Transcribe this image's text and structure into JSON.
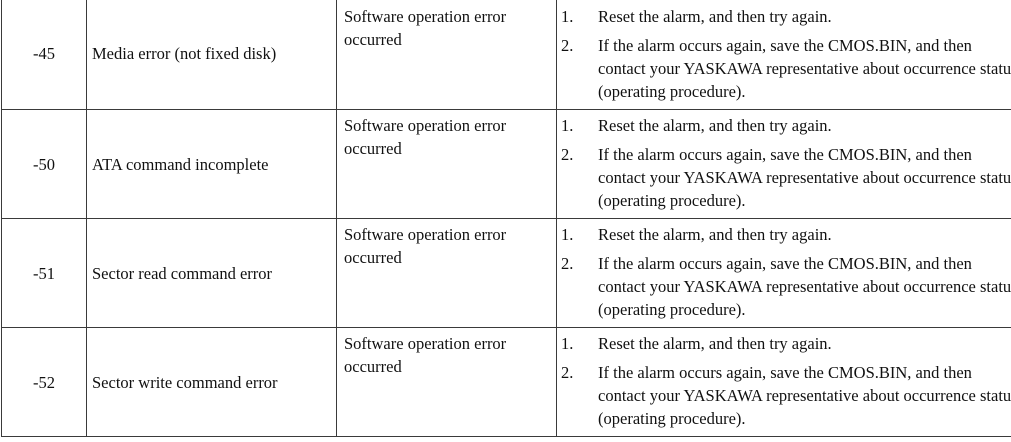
{
  "rows": [
    {
      "code": "-45",
      "message": "Media error (not fixed disk)",
      "cause": "Software operation error occurred",
      "steps": [
        {
          "num": "1.",
          "text": "Reset the alarm, and then try again."
        },
        {
          "num": "2.",
          "text": "If the alarm occurs again, save the CMOS.BIN, and then contact your YASKAWA representative about occurrence status (operating procedure)."
        }
      ]
    },
    {
      "code": "-50",
      "message": "ATA command incomplete",
      "cause": "Software operation error occurred",
      "steps": [
        {
          "num": "1.",
          "text": "Reset the alarm, and then try again."
        },
        {
          "num": "2.",
          "text": "If the alarm occurs again, save the CMOS.BIN, and then contact your YASKAWA representative about occurrence status (operating procedure)."
        }
      ]
    },
    {
      "code": "-51",
      "message": "Sector read command error",
      "cause": "Software operation error occurred",
      "steps": [
        {
          "num": "1.",
          "text": "Reset the alarm, and then try again."
        },
        {
          "num": "2.",
          "text": "If the alarm occurs again, save the CMOS.BIN, and then contact your YASKAWA representative about occurrence status (operating procedure)."
        }
      ]
    },
    {
      "code": "-52",
      "message": "Sector write command error",
      "cause": "Software operation error occurred",
      "steps": [
        {
          "num": "1.",
          "text": "Reset the alarm, and then try again."
        },
        {
          "num": "2.",
          "text": "If the alarm occurs again, save the CMOS.BIN, and then contact your YASKAWA representative about occurrence status (operating procedure)."
        }
      ]
    }
  ]
}
